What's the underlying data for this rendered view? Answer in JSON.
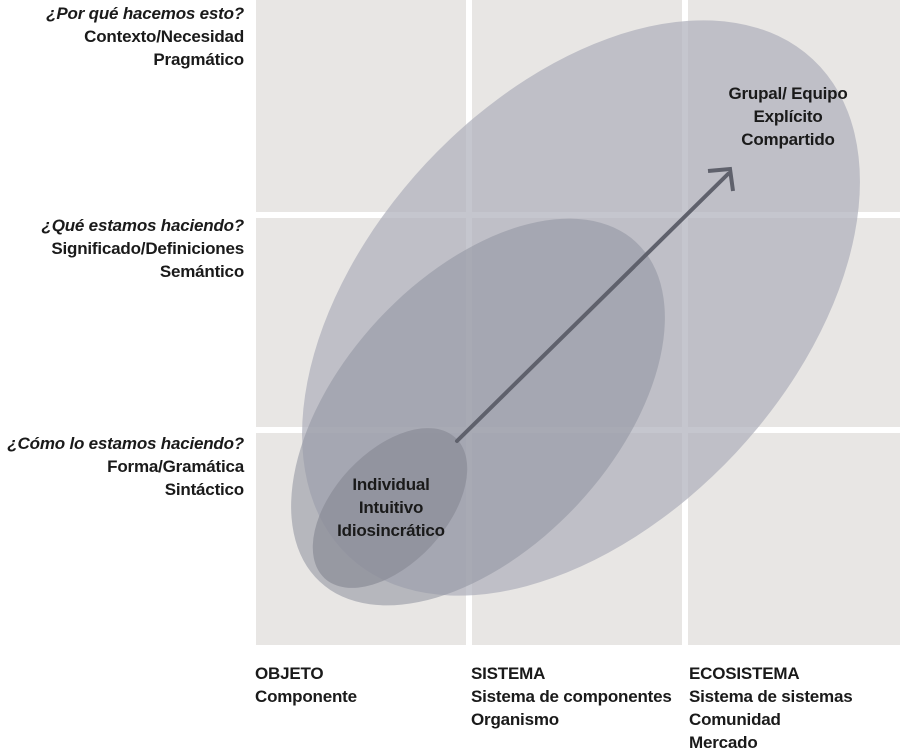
{
  "rows": [
    {
      "question": "¿Por qué hacemos esto?",
      "lines": [
        "Contexto/Necesidad",
        "Pragmático"
      ]
    },
    {
      "question": "¿Qué estamos haciendo?",
      "lines": [
        "Significado/Definiciones",
        "Semántico"
      ]
    },
    {
      "question": "¿Cómo lo estamos haciendo?",
      "lines": [
        "Forma/Gramática",
        "Sintáctico"
      ]
    }
  ],
  "columns": [
    {
      "lines": [
        "OBJETO",
        "Componente"
      ]
    },
    {
      "lines": [
        "SISTEMA",
        "Sistema de componentes",
        "Organismo"
      ]
    },
    {
      "lines": [
        "ECOSISTEMA",
        "Sistema de sistemas",
        "Comunidad",
        "Mercado"
      ]
    }
  ],
  "start_label": [
    "Individual",
    "Intuitivo",
    "Idiosincrático"
  ],
  "end_label": [
    "Grupal/ Equipo",
    "Explícito",
    "Compartido"
  ],
  "colors": {
    "cell": "#e8e6e4",
    "grid_line": "#ffffff",
    "ellipse_outer": "#aeb0bb",
    "ellipse_mid": "#9597a3",
    "ellipse_inner": "#8a8c97",
    "arrow": "#5f616c",
    "text": "#1a1a1a"
  }
}
